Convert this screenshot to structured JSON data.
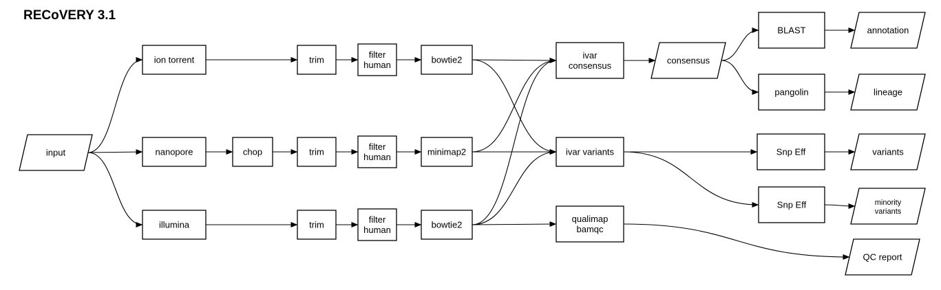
{
  "title": "RECoVERY 3.1",
  "nodes": {
    "input": "input",
    "ion_torrent": "ion torrent",
    "nanopore": "nanopore",
    "illumina": "illumina",
    "chop": "chop",
    "trim_1": "trim",
    "trim_2": "trim",
    "trim_3": "trim",
    "filter_1": [
      "filter",
      "human"
    ],
    "filter_2": [
      "filter",
      "human"
    ],
    "filter_3": [
      "filter",
      "human"
    ],
    "bowtie2_1": "bowtie2",
    "minimap2": "minimap2",
    "bowtie2_2": "bowtie2",
    "ivar_consensus": [
      "ivar",
      "consensus"
    ],
    "ivar_variants": "ivar variants",
    "qualimap": [
      "qualimap",
      "bamqc"
    ],
    "consensus": "consensus",
    "blast": "BLAST",
    "pangolin": "pangolin",
    "snpeff_1": "Snp Eff",
    "snpeff_2": "Snp Eff",
    "annotation": "annotation",
    "lineage": "lineage",
    "variants": "variants",
    "minority_variants": [
      "minority",
      "variants"
    ],
    "qc_report": "QC report"
  },
  "edges": [
    [
      "input",
      "ion_torrent"
    ],
    [
      "input",
      "nanopore"
    ],
    [
      "input",
      "illumina"
    ],
    [
      "ion_torrent",
      "trim_1"
    ],
    [
      "trim_1",
      "filter_1"
    ],
    [
      "filter_1",
      "bowtie2_1"
    ],
    [
      "nanopore",
      "chop"
    ],
    [
      "chop",
      "trim_2"
    ],
    [
      "trim_2",
      "filter_2"
    ],
    [
      "filter_2",
      "minimap2"
    ],
    [
      "illumina",
      "trim_3"
    ],
    [
      "trim_3",
      "filter_3"
    ],
    [
      "filter_3",
      "bowtie2_2"
    ],
    [
      "bowtie2_1",
      "ivar_consensus"
    ],
    [
      "bowtie2_1",
      "ivar_variants"
    ],
    [
      "minimap2",
      "ivar_consensus"
    ],
    [
      "minimap2",
      "ivar_variants"
    ],
    [
      "bowtie2_2",
      "ivar_consensus"
    ],
    [
      "bowtie2_2",
      "ivar_variants"
    ],
    [
      "bowtie2_2",
      "qualimap"
    ],
    [
      "ivar_consensus",
      "consensus"
    ],
    [
      "consensus",
      "blast"
    ],
    [
      "consensus",
      "pangolin"
    ],
    [
      "blast",
      "annotation"
    ],
    [
      "pangolin",
      "lineage"
    ],
    [
      "ivar_variants",
      "snpeff_1"
    ],
    [
      "ivar_variants",
      "snpeff_2"
    ],
    [
      "snpeff_1",
      "variants"
    ],
    [
      "snpeff_2",
      "minority_variants"
    ],
    [
      "qualimap",
      "qc_report"
    ]
  ]
}
